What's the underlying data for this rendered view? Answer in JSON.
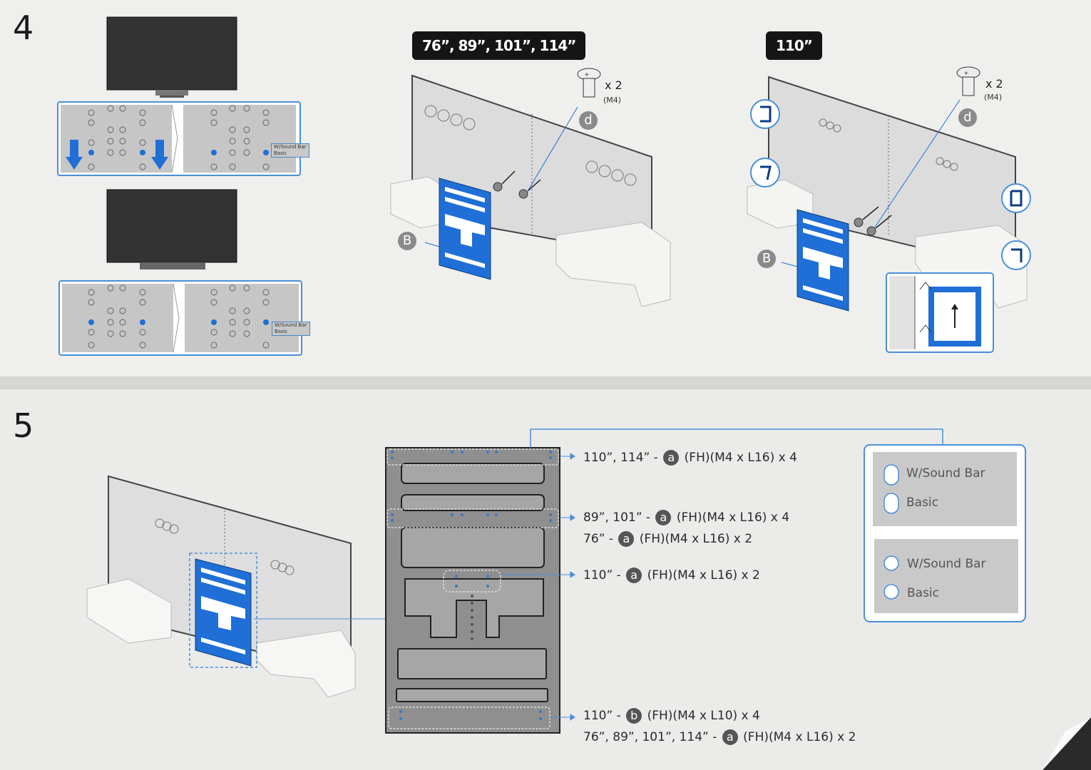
{
  "step4": {
    "number": "4",
    "badge_left": "76”, 89”, 101”, 114”",
    "badge_right": "110”",
    "qty_left": "x 2",
    "screw_left": "(M4)",
    "qty_right": "x 2",
    "screw_right": "(M4)",
    "part_d": "d",
    "part_b": "B",
    "option_top": "W/Sound Bar",
    "option_bottom": "Basic"
  },
  "step5": {
    "number": "5",
    "line1": "110”, 114” -",
    "line1_part": "a",
    "line1_spec": "(FH)(M4 x L16) x 4",
    "line2": "89”, 101” -",
    "line2_part": "a",
    "line2_spec": "(FH)(M4 x L16) x 4",
    "line3": "76” -",
    "line3_part": "a",
    "line3_spec": "(FH)(M4 x L16) x 2",
    "line4": "110” -",
    "line4_part": "a",
    "line4_spec": "(FH)(M4 x L16) x 2",
    "line5": "110” -",
    "line5_part": "b",
    "line5_spec": "(FH)(M4 x L10) x 4",
    "line6": "76”, 89”, 101”, 114” -",
    "line6_part": "a",
    "line6_spec": "(FH)(M4 x L16) x 2",
    "legend_top_1": "W/Sound Bar",
    "legend_top_2": "Basic",
    "legend_bottom_1": "W/Sound Bar",
    "legend_bottom_2": "Basic"
  },
  "colors": {
    "accent": "#1f6fd6",
    "frame": "#4a8fd6",
    "dark": "#151515"
  }
}
